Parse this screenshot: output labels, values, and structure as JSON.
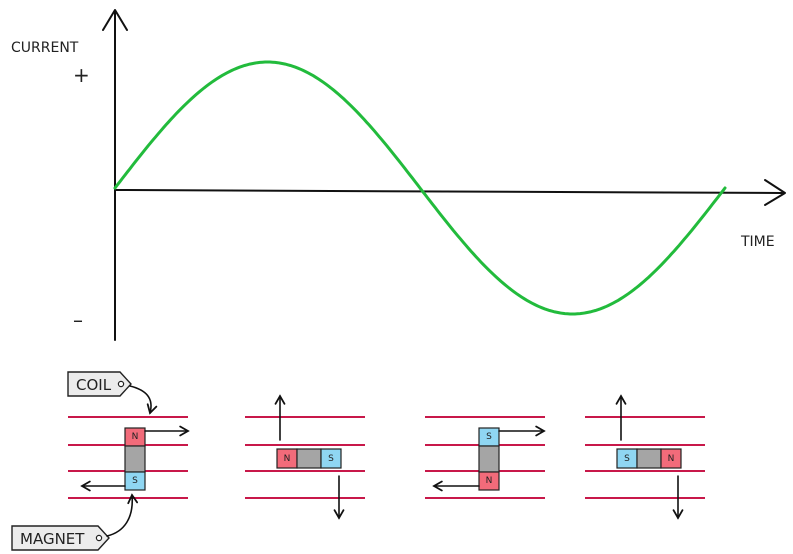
{
  "graph": {
    "y_axis_label": "CURRENT",
    "x_axis_label": "TIME",
    "positive_sign": "+",
    "negative_sign": "–",
    "wave_color": "#22bb3c"
  },
  "labels": {
    "coil": "COIL",
    "magnet": "MAGNET"
  },
  "magnets": [
    {
      "orientation": "vertical",
      "top_pole": "N",
      "bottom_pole": "S"
    },
    {
      "orientation": "horizontal",
      "left_pole": "N",
      "right_pole": "S"
    },
    {
      "orientation": "vertical",
      "top_pole": "S",
      "bottom_pole": "N"
    },
    {
      "orientation": "horizontal",
      "left_pole": "S",
      "right_pole": "N"
    }
  ],
  "colors": {
    "coil": "#c8184a",
    "north": "#f26b7a",
    "south": "#8fd6f2",
    "magnet_body": "#a5a5a5"
  }
}
